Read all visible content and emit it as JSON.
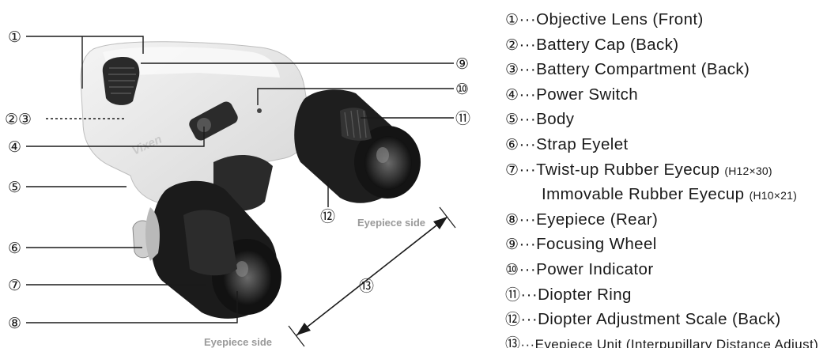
{
  "diagram": {
    "callouts": [
      "①",
      "②③",
      "④",
      "⑤",
      "⑥",
      "⑦",
      "⑧",
      "⑨",
      "⑩",
      "⑪",
      "⑫",
      "⑬"
    ],
    "eyepiece_label_right": "Eyepiece side",
    "eyepiece_label_bottom": "Eyepiece side",
    "brand_text": "Vixen",
    "colors": {
      "body": "#ececec",
      "rubber": "#1c1c1c",
      "line": "#1a1a1a",
      "label_gray": "#9a9a9a"
    }
  },
  "legend": [
    {
      "num": "①",
      "sep": "···",
      "text": "Objective Lens (Front)"
    },
    {
      "num": "②",
      "sep": "···",
      "text": "Battery Cap (Back)"
    },
    {
      "num": "③",
      "sep": "···",
      "text": "Battery Compartment (Back)"
    },
    {
      "num": "④",
      "sep": "···",
      "text": "Power Switch"
    },
    {
      "num": "⑤",
      "sep": "···",
      "text": "Body"
    },
    {
      "num": "⑥",
      "sep": "···",
      "text": "Strap Eyelet"
    },
    {
      "num": "⑦",
      "sep": "···",
      "text": "Twist-up Rubber Eyecup",
      "model": "(H12×30)"
    },
    {
      "continuation": true,
      "text": "Immovable Rubber Eyecup",
      "model": "(H10×21)"
    },
    {
      "num": "⑧",
      "sep": "···",
      "text": "Eyepiece (Rear)"
    },
    {
      "num": "⑨",
      "sep": "···",
      "text": "Focusing Wheel"
    },
    {
      "num": "⑩",
      "sep": "···",
      "text": "Power Indicator"
    },
    {
      "num": "⑪",
      "sep": "···",
      "text": "Diopter Ring"
    },
    {
      "num": "⑫",
      "sep": "···",
      "text": "Diopter Adjustment Scale (Back)"
    },
    {
      "num": "⑬",
      "sep": "···",
      "text": "Eyepiece Unit (Interpupillary Distance Adjust)",
      "small": true
    }
  ]
}
